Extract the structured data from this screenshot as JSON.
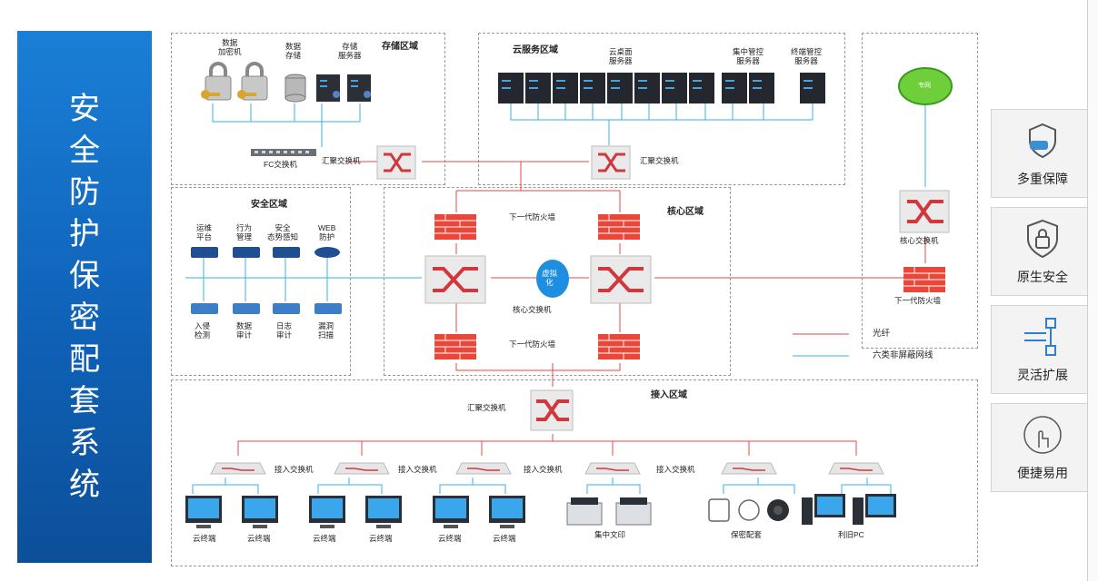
{
  "banner": {
    "title": "安全防护保密配套系统"
  },
  "zones": {
    "storage": "存储区域",
    "cloud": "云服务区域",
    "security": "安全区域",
    "core": "核心区域",
    "access": "接入区域"
  },
  "storage": {
    "encrypt": "数据\n加密机",
    "db": "数据\n存储",
    "server": "存储\n服务器",
    "fc_switch": "FC交换机",
    "agg_switch": "汇聚交换机"
  },
  "cloud": {
    "desktop": "云桌面\n服务器",
    "mgmt": "集中管控\n服务器",
    "terminal_mgmt": "终端管控\n服务器",
    "agg_switch": "汇聚交换机"
  },
  "security": {
    "ops": "运维\n平台",
    "behavior": "行为\n管理",
    "situation": "安全\n态势感知",
    "web": "WEB\n防护",
    "ids": "入侵\n检测",
    "audit": "数据\n审计",
    "log": "日志\n审计",
    "scan": "漏洞\n扫描"
  },
  "core": {
    "fw_top": "下一代防火墙",
    "fw_bottom": "下一代防火墙",
    "virtual": "虚拟\n化",
    "core_switch": "核心交换机"
  },
  "private": {
    "net": "专网",
    "core_switch": "核心交换机",
    "fw": "下一代防火墙"
  },
  "legend": {
    "fiber": "光纤",
    "cat6": "六类非屏蔽网线"
  },
  "access": {
    "agg_switch": "汇聚交换机",
    "sw1": "接入交换机",
    "sw2": "接入交换机",
    "sw3": "接入交换机",
    "sw4": "接入交换机",
    "t1": "云终端",
    "t2": "云终端",
    "t3": "云终端",
    "t4": "云终端",
    "t5": "云终端",
    "t6": "云终端",
    "print": "集中文印",
    "secret": "保密配套",
    "oldpc": "利旧PC"
  },
  "features": [
    {
      "label": "多重保障",
      "icon": "shield-car-icon"
    },
    {
      "label": "原生安全",
      "icon": "lock-shield-icon"
    },
    {
      "label": "灵活扩展",
      "icon": "network-extend-icon"
    },
    {
      "label": "便捷易用",
      "icon": "touch-hand-icon"
    }
  ],
  "colors": {
    "fiber": "#e8474a",
    "cat6": "#3ab0e6",
    "banner": "#1170c8"
  }
}
